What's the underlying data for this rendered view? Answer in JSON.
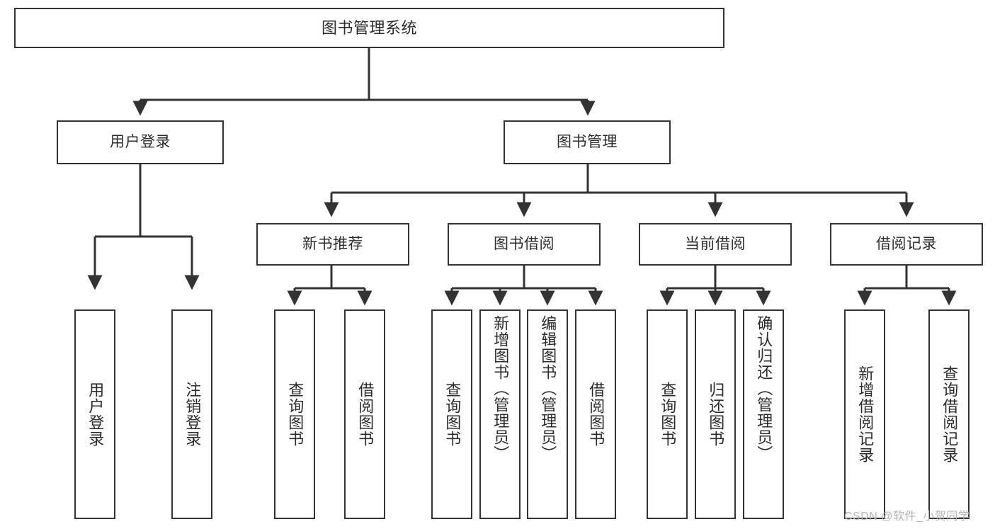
{
  "diagram": {
    "title": "图书管理系统",
    "type": "tree-hierarchy",
    "root": {
      "label": "图书管理系统"
    },
    "level2": [
      {
        "label": "用户登录"
      },
      {
        "label": "图书管理"
      }
    ],
    "level3": [
      {
        "label": "新书推荐"
      },
      {
        "label": "图书借阅"
      },
      {
        "label": "当前借阅"
      },
      {
        "label": "借阅记录"
      }
    ],
    "leaves": {
      "user_login": [
        {
          "label": "用户登录"
        },
        {
          "label": "注销登录"
        }
      ],
      "new_book_recommend": [
        {
          "label": "查询图书"
        },
        {
          "label": "借阅图书"
        }
      ],
      "book_borrow": [
        {
          "label": "查询图书"
        },
        {
          "label": "新增图书（管理员）"
        },
        {
          "label": "编辑图书（管理员）"
        },
        {
          "label": "借阅图书"
        }
      ],
      "current_borrow": [
        {
          "label": "查询图书"
        },
        {
          "label": "归还图书"
        },
        {
          "label": "确认归还（管理员）"
        }
      ],
      "borrow_record": [
        {
          "label": "新增借阅记录"
        },
        {
          "label": "查询借阅记录"
        }
      ]
    }
  },
  "watermark": {
    "text": "CSDN @软件_小贺同学"
  },
  "colors": {
    "stroke": "#333333",
    "text": "#2b2b2b",
    "background": "#ffffff",
    "watermark": "#b4b4b4"
  }
}
